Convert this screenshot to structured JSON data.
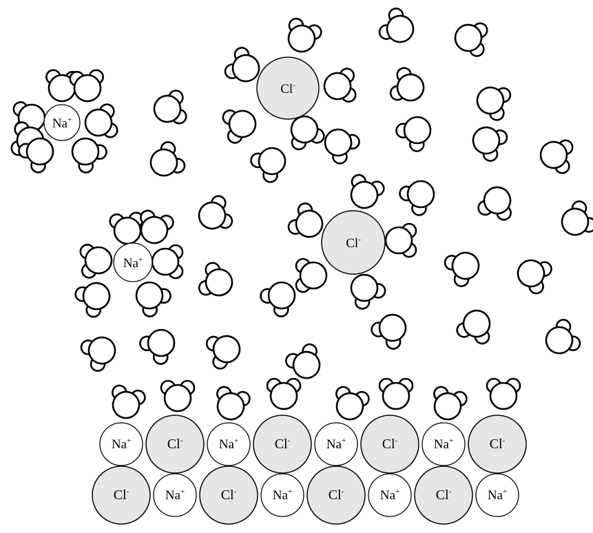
{
  "ions": {
    "sodium": {
      "symbol": "Na",
      "charge": "+"
    },
    "chloride": {
      "symbol": "Cl",
      "charge": "-"
    }
  },
  "colors": {
    "chloride_fill": "#e6e6e6",
    "sodium_fill": "#ffffff",
    "water_fill": "#ffffff",
    "outline": "#000000"
  },
  "crystal": {
    "top_row": [
      "Na",
      "Cl",
      "Na",
      "Cl",
      "Na",
      "Cl",
      "Na",
      "Cl"
    ],
    "bottom_row": [
      "Cl",
      "Na",
      "Cl",
      "Na",
      "Cl",
      "Na",
      "Cl",
      "Na"
    ]
  },
  "solution": {
    "hydrated_ions": [
      "Na",
      "Cl",
      "Na",
      "Cl"
    ]
  }
}
